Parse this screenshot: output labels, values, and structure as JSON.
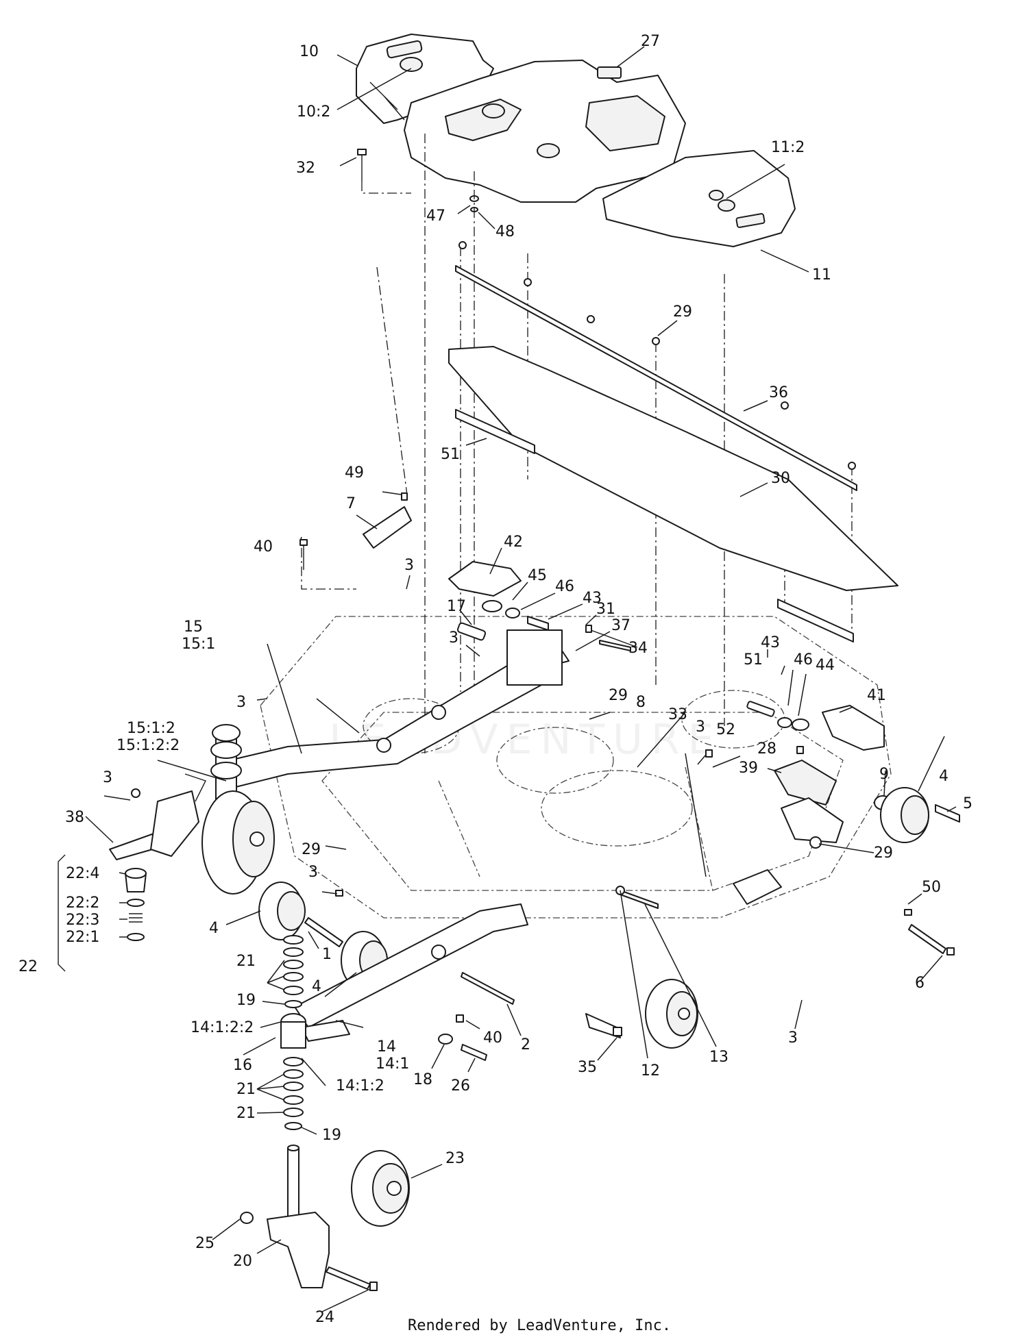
{
  "watermark": "LEADVENTURE",
  "footer": "Rendered by LeadVenture, Inc.",
  "callouts": [
    {
      "id": "c10",
      "text": "10"
    },
    {
      "id": "c10-2",
      "text": "10:2"
    },
    {
      "id": "c27",
      "text": "27"
    },
    {
      "id": "c32",
      "text": "32"
    },
    {
      "id": "c11-2",
      "text": "11:2"
    },
    {
      "id": "c47",
      "text": "47"
    },
    {
      "id": "c48",
      "text": "48"
    },
    {
      "id": "c11",
      "text": "11"
    },
    {
      "id": "c29a",
      "text": "29"
    },
    {
      "id": "c36",
      "text": "36"
    },
    {
      "id": "c51a",
      "text": "51"
    },
    {
      "id": "c49",
      "text": "49"
    },
    {
      "id": "c30",
      "text": "30"
    },
    {
      "id": "c7",
      "text": "7"
    },
    {
      "id": "c40a",
      "text": "40"
    },
    {
      "id": "c42",
      "text": "42"
    },
    {
      "id": "c3a",
      "text": "3"
    },
    {
      "id": "c45",
      "text": "45"
    },
    {
      "id": "c46a",
      "text": "46"
    },
    {
      "id": "c43a",
      "text": "43"
    },
    {
      "id": "c31",
      "text": "31"
    },
    {
      "id": "c17",
      "text": "17"
    },
    {
      "id": "c37",
      "text": "37"
    },
    {
      "id": "c15",
      "text": "15"
    },
    {
      "id": "c15-1",
      "text": "15:1"
    },
    {
      "id": "c3b",
      "text": "3"
    },
    {
      "id": "c51b",
      "text": "51"
    },
    {
      "id": "c43b",
      "text": "43"
    },
    {
      "id": "c34",
      "text": "34"
    },
    {
      "id": "c3c",
      "text": "3"
    },
    {
      "id": "c46b",
      "text": "46"
    },
    {
      "id": "c44",
      "text": "44"
    },
    {
      "id": "c29b",
      "text": "29"
    },
    {
      "id": "c8",
      "text": "8"
    },
    {
      "id": "c41",
      "text": "41"
    },
    {
      "id": "c15-1-2",
      "text": "15:1:2"
    },
    {
      "id": "c15-1-2-2",
      "text": "15:1:2:2"
    },
    {
      "id": "c33",
      "text": "33"
    },
    {
      "id": "c3d",
      "text": "3"
    },
    {
      "id": "c52",
      "text": "52"
    },
    {
      "id": "c28",
      "text": "28"
    },
    {
      "id": "c39",
      "text": "39"
    },
    {
      "id": "c9",
      "text": "9"
    },
    {
      "id": "c4a",
      "text": "4"
    },
    {
      "id": "c3e",
      "text": "3"
    },
    {
      "id": "c38",
      "text": "38"
    },
    {
      "id": "c5",
      "text": "5"
    },
    {
      "id": "c29c",
      "text": "29"
    },
    {
      "id": "c29d",
      "text": "29"
    },
    {
      "id": "c3f",
      "text": "3"
    },
    {
      "id": "c50",
      "text": "50"
    },
    {
      "id": "c4b",
      "text": "4"
    },
    {
      "id": "c22-4",
      "text": "22:4"
    },
    {
      "id": "c1",
      "text": "1"
    },
    {
      "id": "c22",
      "text": "22"
    },
    {
      "id": "c22-2",
      "text": "22:2"
    },
    {
      "id": "c21a",
      "text": "21"
    },
    {
      "id": "c22-3",
      "text": "22:3"
    },
    {
      "id": "c4c",
      "text": "4"
    },
    {
      "id": "c22-1",
      "text": "22:1"
    },
    {
      "id": "c19a",
      "text": "19"
    },
    {
      "id": "c6",
      "text": "6"
    },
    {
      "id": "c2",
      "text": "2"
    },
    {
      "id": "c3g",
      "text": "3"
    },
    {
      "id": "c14-1-2-2",
      "text": "14:1:2:2"
    },
    {
      "id": "c40b",
      "text": "40"
    },
    {
      "id": "c14",
      "text": "14"
    },
    {
      "id": "c14-1",
      "text": "14:1"
    },
    {
      "id": "c16",
      "text": "16"
    },
    {
      "id": "c35",
      "text": "35"
    },
    {
      "id": "c12",
      "text": "12"
    },
    {
      "id": "c13",
      "text": "13"
    },
    {
      "id": "c18",
      "text": "18"
    },
    {
      "id": "c21b",
      "text": "21"
    },
    {
      "id": "c14-1-2",
      "text": "14:1:2"
    },
    {
      "id": "c26",
      "text": "26"
    },
    {
      "id": "c21c",
      "text": "21"
    },
    {
      "id": "c19b",
      "text": "19"
    },
    {
      "id": "c23",
      "text": "23"
    },
    {
      "id": "c25",
      "text": "25"
    },
    {
      "id": "c20",
      "text": "20"
    },
    {
      "id": "c24",
      "text": "24"
    }
  ]
}
